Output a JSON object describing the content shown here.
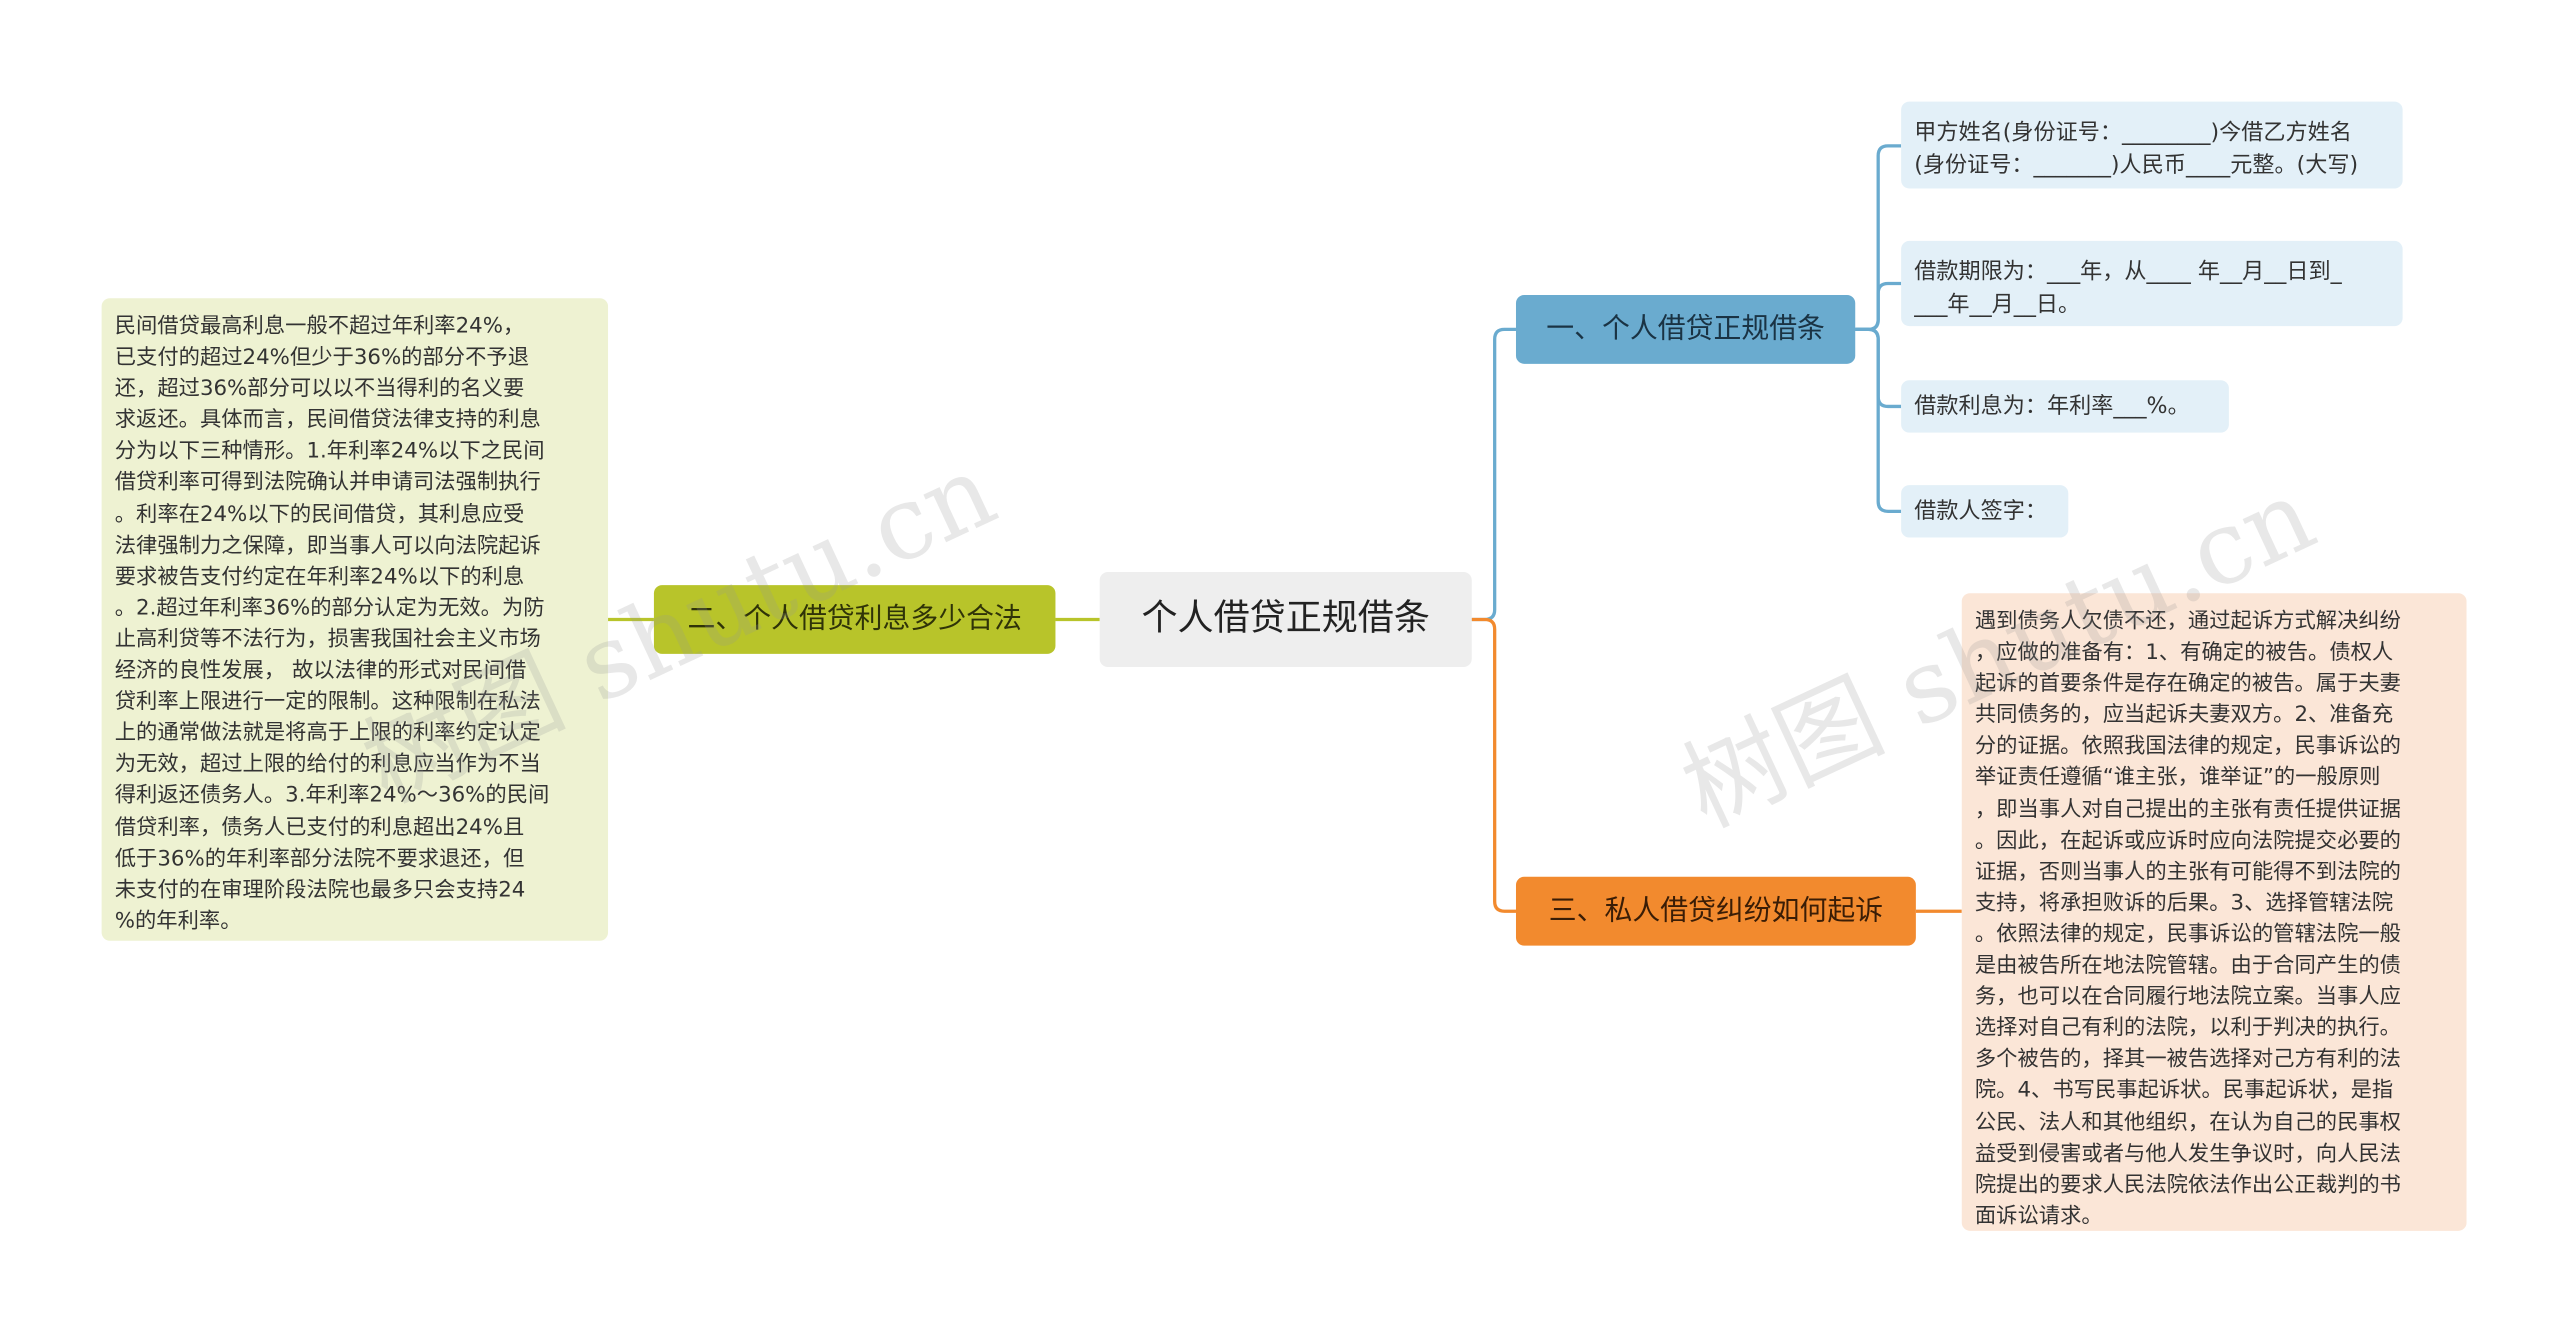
{
  "root": {
    "label": "个人借贷正规借条"
  },
  "branches": [
    {
      "label": "一、个人借贷正规借条",
      "color": "#6aabcf",
      "leaves": [
        "甲方姓名(身份证号：________)今借乙方姓名\n(身份证号：_______)人民币____元整。(大写)",
        "借款期限为：___年，从____ 年__月__日到_\n___年__月__日。",
        "借款利息为：年利率___%。",
        "借款人签字："
      ]
    },
    {
      "label": "二、个人借贷利息多少合法",
      "color": "#b8c42a",
      "leaves": [
        "民间借贷最高利息一般不超过年利率24%，\n已支付的超过24%但少于36%的部分不予退\n还，超过36%部分可以以不当得利的名义要\n求返还。具体而言，民间借贷法律支持的利息\n分为以下三种情形。1.年利率24%以下之民间\n借贷利率可得到法院确认并申请司法强制执行\n。利率在24%以下的民间借贷，其利息应受\n法律强制力之保障，即当事人可以向法院起诉\n要求被告支付约定在年利率24%以下的利息\n。2.超过年利率36%的部分认定为无效。为防\n止高利贷等不法行为，损害我国社会主义市场\n经济的良性发展， 故以法律的形式对民间借\n贷利率上限进行一定的限制。这种限制在私法\n上的通常做法就是将高于上限的利率约定认定\n为无效，超过上限的给付的利息应当作为不当\n得利返还债务人。3.年利率24%～36%的民间\n借贷利率，债务人已支付的利息超出24%且\n低于36%的年利率部分法院不要求退还，但\n未支付的在审理阶段法院也最多只会支持24\n%的年利率。"
      ]
    },
    {
      "label": "三、私人借贷纠纷如何起诉",
      "color": "#f28a2e",
      "leaves": [
        "遇到债务人欠债不还，通过起诉方式解决纠纷\n，应做的准备有：1、有确定的被告。债权人\n起诉的首要条件是存在确定的被告。属于夫妻\n共同债务的，应当起诉夫妻双方。2、准备充\n分的证据。依照我国法律的规定，民事诉讼的\n举证责任遵循“谁主张，谁举证”的一般原则\n，即当事人对自己提出的主张有责任提供证据\n。因此，在起诉或应诉时应向法院提交必要的\n证据，否则当事人的主张有可能得不到法院的\n支持，将承担败诉的后果。3、选择管辖法院\n。依照法律的规定，民事诉讼的管辖法院一般\n是由被告所在地法院管辖。由于合同产生的债\n务，也可以在合同履行地法院立案。当事人应\n选择对自己有利的法院，以利于判决的执行。\n多个被告的，择其一被告选择对己方有利的法\n院。4、书写民事起诉状。民事起诉状，是指\n公民、法人和其他组织，在认为自己的民事权\n益受到侵害或者与他人发生争议时，向人民法\n院提出的要求人民法院依法作出公正裁判的书\n面诉讼请求。"
      ]
    }
  ],
  "watermarks": {
    "left": "树图 shutu.cn",
    "right": "树图 shutu.cn"
  },
  "colors": {
    "root_bg": "#eeeeee",
    "blue_line": "#6aabcf",
    "green_line": "#b8c42a",
    "orange_line": "#f28a2e",
    "blue_leaf_bg": "#e3f0f8",
    "green_leaf_bg": "#eef2d2",
    "orange_leaf_bg": "#fbe6d7"
  }
}
